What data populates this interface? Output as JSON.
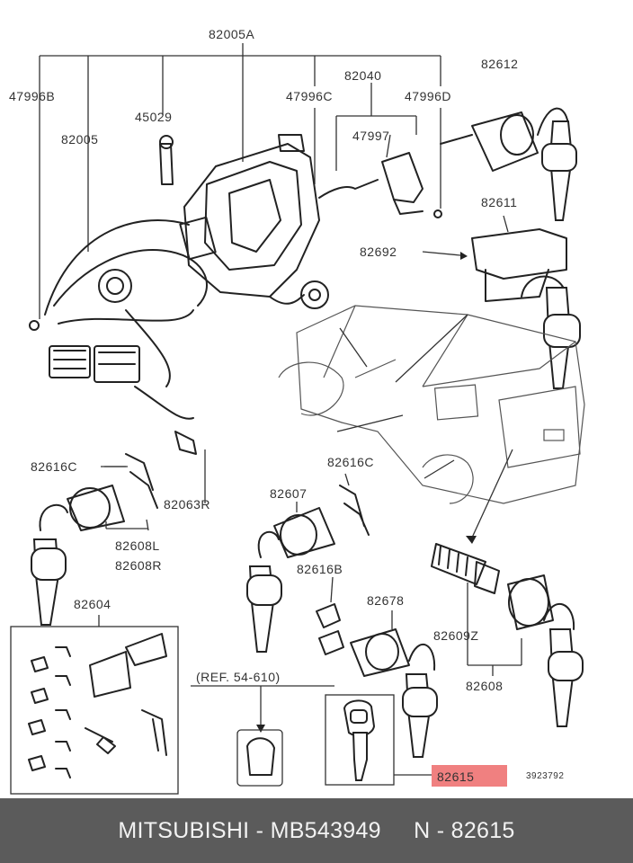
{
  "labels": {
    "l_82005A": "82005A",
    "l_47996B": "47996B",
    "l_82005": "82005",
    "l_45029": "45029",
    "l_47996C": "47996C",
    "l_82040": "82040",
    "l_47996D": "47996D",
    "l_47997": "47997",
    "l_82612": "82612",
    "l_82611": "82611",
    "l_82692": "82692",
    "l_82616C_left": "82616C",
    "l_82063R": "82063R",
    "l_82608L": "82608L",
    "l_82608R": "82608R",
    "l_82616C_mid": "82616C",
    "l_82607": "82607",
    "l_82604": "82604",
    "l_82616B": "82616B",
    "l_82678": "82678",
    "l_82609Z": "82609Z",
    "l_82608": "82608",
    "l_ref": "(REF. 54-610)",
    "l_82615": "82615",
    "l_code": "3923792"
  },
  "highlight_color": "#f08080",
  "footer": {
    "brand": "MITSUBISHI",
    "sep1": " - ",
    "part_number": "MB543949",
    "gap": "     ",
    "prefix": "N",
    "sep2": " - ",
    "ref_number": "82615"
  }
}
